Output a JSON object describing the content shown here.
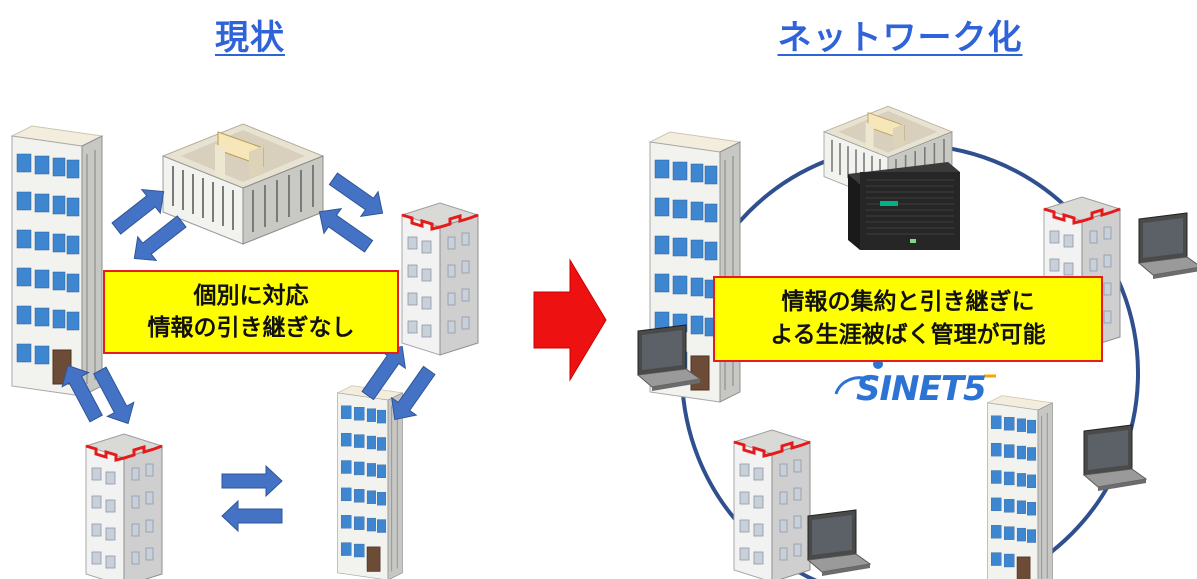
{
  "left_panel": {
    "title": "現状",
    "callout_line1": "個別に対応",
    "callout_line2": "情報の引き継ぎなし"
  },
  "right_panel": {
    "title": "ネットワーク化",
    "callout_line1": "情報の集約と引き継ぎに",
    "callout_line2": "よる生涯被ばく管理が可能",
    "logo_text": "SINET5"
  },
  "colors": {
    "title_blue": "#2f63d8",
    "arrow_blue": "#4472c4",
    "ring_navy": "#2f4f8f",
    "callout_fill": "#ffff00",
    "callout_border": "#e31c1c",
    "transition_arrow": "#ee1111"
  },
  "icons": {
    "low_building": "shop-building-icon",
    "tall_building": "office-building-icon",
    "slim_building": "apartment-building-icon",
    "server": "server-icon",
    "laptop": "laptop-icon",
    "transition": "right-arrow-icon"
  }
}
